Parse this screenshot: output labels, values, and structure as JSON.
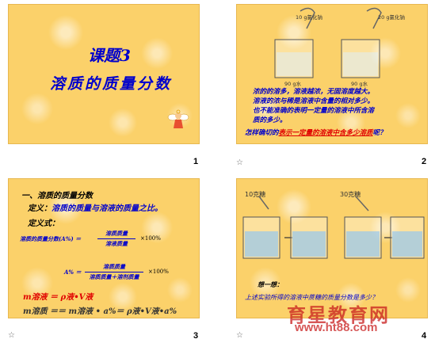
{
  "slide1": {
    "title": "课题3",
    "subtitle": "溶质的质量分数",
    "number": "1"
  },
  "slide2": {
    "beaker_labels": [
      "10 g氯化钠",
      "20 g氯化钠",
      "90 g水",
      "90 g水"
    ],
    "lines": [
      "浓的的溶多，溶液越浓，无固溶度越大。",
      "溶液的浓与稀是溶液中含量的相对多少。",
      "也不能准确的表明一定量的溶液中所含溶",
      "质的多少。"
    ],
    "question_pre": "怎样确切的",
    "question_red": "表示一定量的溶液中含多少溶质",
    "question_post": "呢？",
    "number": "2"
  },
  "slide3": {
    "heading": "一、溶质的质量分数",
    "definition_label": "定义：",
    "definition": "溶质的质量与溶液的质量之比。",
    "formula_label": "定义式：",
    "f1_left": "溶质的质量分数(A%) ＝",
    "f1_num": "溶质质量",
    "f1_den": "溶液质量",
    "f1_tail": "×100%",
    "f2_left": "A% ＝",
    "f2_num": "溶质质量",
    "f2_den": "溶质质量＋溶剂质量",
    "f2_tail": "×100%",
    "m1": "m溶液 ＝ ρ液•V液",
    "m2": "m溶质 ＝＝ m溶液 • a%＝ ρ液•V液•a%",
    "number": "3"
  },
  "slide4": {
    "label_left": "10克糖",
    "label_right": "30克糖",
    "ask": "想一想：",
    "question": "上述实验所得的溶液中蔗糖的质量分数是多少？",
    "number": "4"
  },
  "watermark": {
    "text": "育星教育网",
    "url": "www.ht88.com"
  }
}
